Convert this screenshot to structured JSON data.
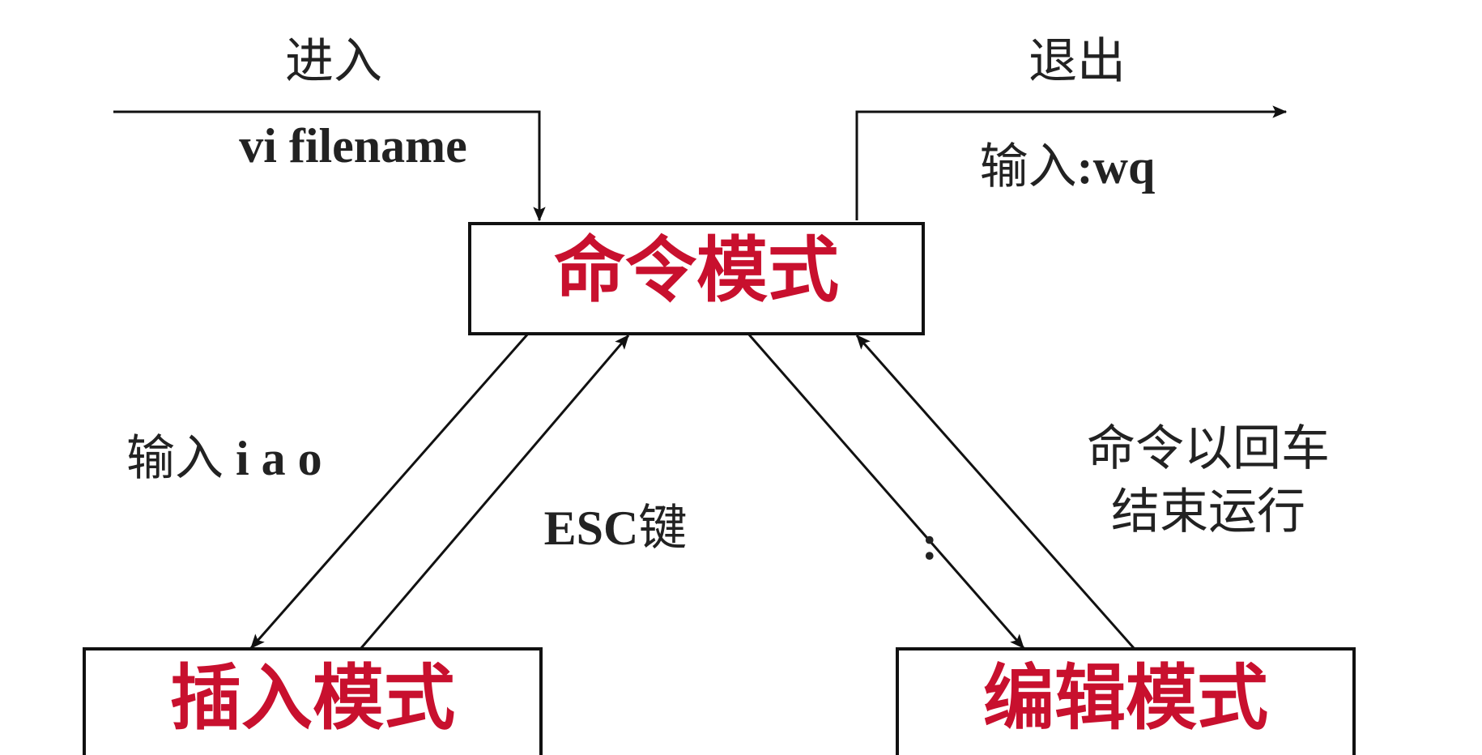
{
  "colors": {
    "box_text": "#c8102e",
    "line": "#111111",
    "label_text": "#222222",
    "background": "#ffffff"
  },
  "nodes": {
    "command_mode": "命令模式",
    "insert_mode": "插入模式",
    "edit_mode": "编辑模式"
  },
  "labels": {
    "enter_heading": "进入",
    "enter_command": "vi filename",
    "exit_heading": "退出",
    "exit_command_prefix": "输入",
    "exit_command_key": ":wq",
    "to_insert_prefix": "输入",
    "to_insert_keys": " i a o",
    "esc_key": "ESC",
    "esc_suffix": "键",
    "colon_key": ":",
    "edit_note_line1": "命令以回车",
    "edit_note_line2": "结束运行"
  }
}
